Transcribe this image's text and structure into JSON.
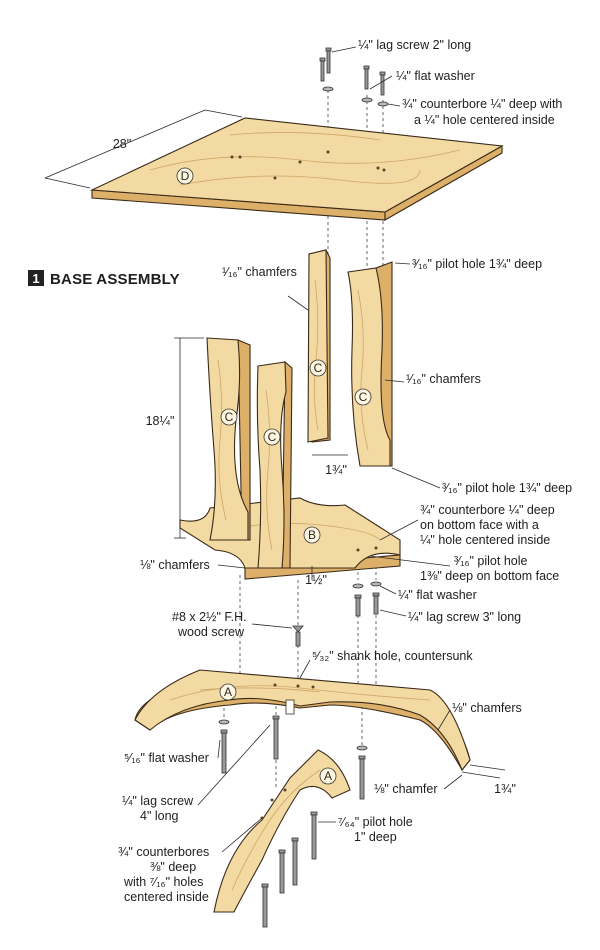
{
  "title": {
    "badge": "1",
    "text": "BASE ASSEMBLY"
  },
  "parts": {
    "top": "D",
    "post_1": "C",
    "post_2": "C",
    "post_3": "C",
    "post_4": "C",
    "hub": "B",
    "foot_rear": "A",
    "foot_front": "A"
  },
  "dimensions": {
    "top_width": "28\"",
    "post_height": "18¼\"",
    "post_gap": "1¾\"",
    "hub_thickness": "1½\"",
    "foot_height": "1¾\""
  },
  "labels": {
    "lag_screw_2": "¼\" lag screw 2\" long",
    "flat_washer_top": "¼\" flat washer",
    "counterbore_top_1": "¾\" counterbore ¼\" deep with",
    "counterbore_top_2": "a ¼\" hole centered inside",
    "pilot_hole_top": "³⁄₁₆\" pilot hole 1¾\" deep",
    "chamfers_1_16_left": "¹⁄₁₆\" chamfers",
    "chamfers_1_16_right": "¹⁄₁₆\" chamfers",
    "pilot_hole_lower": "³⁄₁₆\" pilot hole 1¾\" deep",
    "counterbore_hub_1": "¾\" counterbore ¼\" deep",
    "counterbore_hub_2": "on bottom face with a",
    "counterbore_hub_3": "¼\" hole centered inside",
    "chamfers_1_8_hub": "⅛\" chamfers",
    "pilot_hub_1": "³⁄₁₆\" pilot hole",
    "pilot_hub_2": "1⅜\" deep on bottom face",
    "flat_washer_hub": "¼\" flat washer",
    "lag_screw_3": "¼\" lag screw 3\" long",
    "wood_screw_1": "#8 x 2½\" F.H.",
    "wood_screw_2": "wood screw",
    "shank_hole": "⁵⁄₃₂\" shank hole, countersunk",
    "chamfers_1_8_foot": "⅛\" chamfers",
    "flat_washer_foot": "⁵⁄₁₆\" flat washer",
    "chamfer_1_8": "⅛\" chamfer",
    "lag_screw_4_1": "¼\" lag screw",
    "lag_screw_4_2": "4\" long",
    "pilot_foot_1": "⁷⁄₆₄\" pilot hole",
    "pilot_foot_2": "1\" deep",
    "counterbores_foot_1": "¾\" counterbores",
    "counterbores_foot_2": "⅜\" deep",
    "counterbores_foot_3": "with ⁷⁄₁₆\" holes",
    "counterbores_foot_4": "centered inside"
  }
}
